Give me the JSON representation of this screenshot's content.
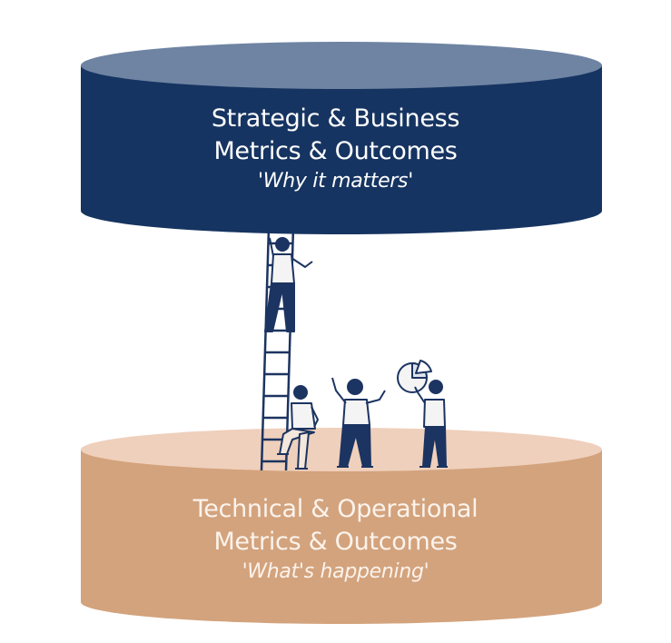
{
  "top_cylinder": {
    "title_line1": "Strategic & Business",
    "title_line2": "Metrics & Outcomes",
    "subtitle": "'Why it matters'",
    "colors": {
      "body": "#163461",
      "top": "#6f84a3"
    }
  },
  "bottom_cylinder": {
    "title_line1": "Technical & Operational",
    "title_line2": "Metrics & Outcomes",
    "subtitle": "'What's happening'",
    "colors": {
      "body": "#d3a37d",
      "top": "#efd0bc"
    }
  },
  "people_color": "#1c3461"
}
